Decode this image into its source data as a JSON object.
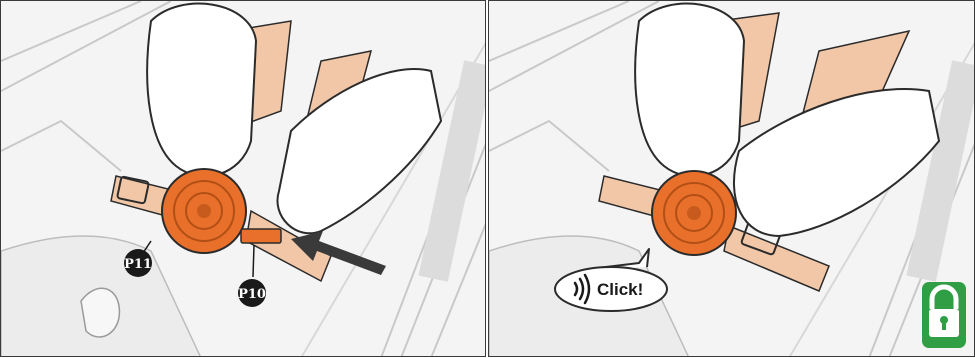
{
  "panels": [
    {
      "id": "step-insert",
      "labels": [
        "P11",
        "P10"
      ]
    },
    {
      "id": "step-locked",
      "callout_text": "Click!",
      "icons": [
        "sound-waves-icon",
        "padlock-locked-icon"
      ]
    }
  ],
  "colors": {
    "buckle_orange": "#e8702a",
    "strap_peach": "#f2c7a8",
    "lock_green": "#2f9e44",
    "outline": "#2b2b2b",
    "label_fill": "#1a1a1a",
    "arrow_fill": "#3a3a3a"
  }
}
